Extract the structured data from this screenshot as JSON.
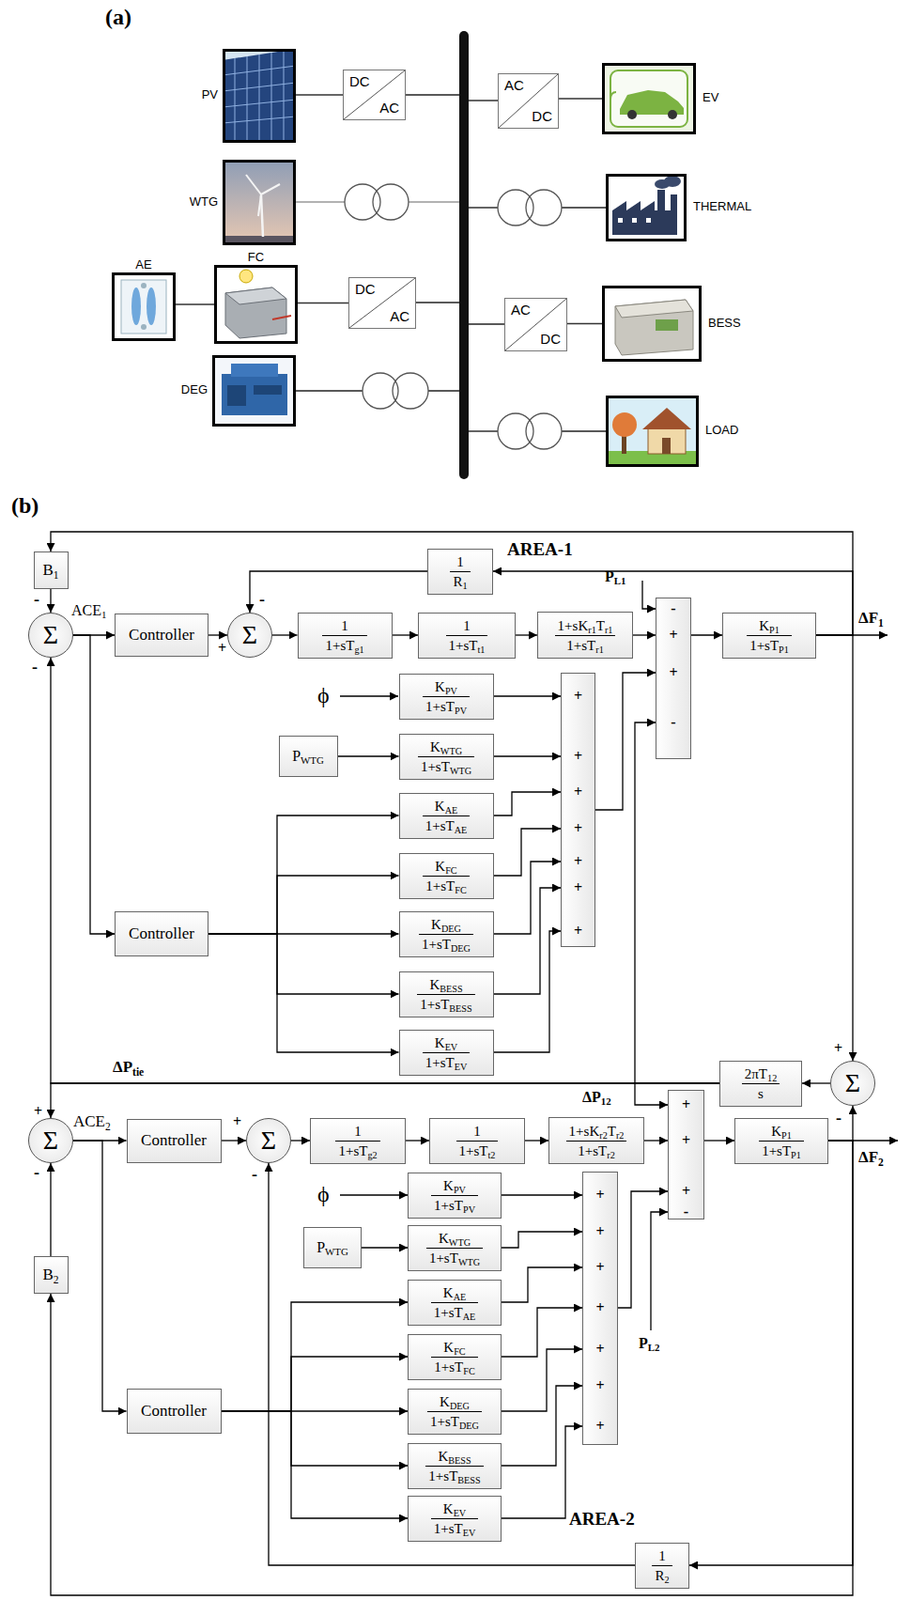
{
  "diagram": {
    "nodes": [
      {
        "text": [
          "PV"
        ]
      },
      {
        "text": [
          "DC",
          "AC"
        ]
      },
      {
        "text": [
          "WTG"
        ]
      },
      {
        "text": [
          "AE"
        ]
      },
      {
        "text": [
          "FC"
        ]
      },
      {
        "text": [
          "DC",
          "AC"
        ]
      },
      {
        "text": [
          "DEG"
        ]
      },
      {
        "text": [
          "AC",
          "DC"
        ]
      },
      {
        "text": [
          "EV"
        ]
      },
      {
        "text": [
          "THERMAL"
        ]
      },
      {
        "text": [
          "AC",
          "DC"
        ]
      },
      {
        "text": [
          "BESS"
        ]
      },
      {
        "text": [
          "LOAD"
        ]
      },
      {
        "text": [
          "B1"
        ]
      },
      {
        "text": [
          "Σ"
        ]
      },
      {
        "text": [
          "Controller"
        ]
      },
      {
        "text": [
          "Σ"
        ]
      },
      {
        "text": [
          "1",
          "1+sTg1"
        ]
      },
      {
        "text": [
          "1",
          "1+sTt1"
        ]
      },
      {
        "text": [
          "1+sKr1Tr1",
          "1+sTr1"
        ]
      },
      {
        "text": [
          "-",
          "+",
          "+",
          "-"
        ]
      },
      {
        "text": [
          "KP1",
          "1+sTP1"
        ]
      },
      {
        "text": [
          "1",
          "R1"
        ]
      },
      {
        "text": [
          "KPV",
          "1+sTPV"
        ]
      },
      {
        "text": [
          "PWTG"
        ]
      },
      {
        "text": [
          "KWTG",
          "1+sTWTG"
        ]
      },
      {
        "text": [
          "KAE",
          "1+sTAE"
        ]
      },
      {
        "text": [
          "KFC",
          "1+sTFC"
        ]
      },
      {
        "text": [
          "KDEG",
          "1+sTDEG"
        ]
      },
      {
        "text": [
          "KBESS",
          "1+sTBESS"
        ]
      },
      {
        "text": [
          "KEV",
          "1+sTEV"
        ]
      },
      {
        "text": [
          "+",
          "+",
          "+",
          "+",
          "+",
          "+",
          "+"
        ]
      },
      {
        "text": [
          "Controller"
        ]
      },
      {
        "text": [
          "2πT12",
          "s"
        ]
      },
      {
        "text": [
          "Σ"
        ]
      },
      {
        "text": [
          "Σ"
        ]
      },
      {
        "text": [
          "Controller"
        ]
      },
      {
        "text": [
          "Σ"
        ]
      },
      {
        "text": [
          "1",
          "1+sTg2"
        ]
      },
      {
        "text": [
          "1",
          "1+sTt2"
        ]
      },
      {
        "text": [
          "1+sKr2Tr2",
          "1+sTr2"
        ]
      },
      {
        "text": [
          "+",
          "+",
          "+",
          "-"
        ]
      },
      {
        "text": [
          "KP1",
          "1+sTP1"
        ]
      },
      {
        "text": [
          "KPV",
          "1+sTPV"
        ]
      },
      {
        "text": [
          "PWTG"
        ]
      },
      {
        "text": [
          "KWTG",
          "1+sTWTG"
        ]
      },
      {
        "text": [
          "KAE",
          "1+sTAE"
        ]
      },
      {
        "text": [
          "KFC",
          "1+sTFC"
        ]
      },
      {
        "text": [
          "KDEG",
          "1+sTDEG"
        ]
      },
      {
        "text": [
          "KBESS",
          "1+sTBESS"
        ]
      },
      {
        "text": [
          "KEV",
          "1+sTEV"
        ]
      },
      {
        "text": [
          "+",
          "+",
          "+",
          "+",
          "+",
          "+",
          "+"
        ]
      },
      {
        "text": [
          "Controller"
        ]
      },
      {
        "text": [
          "1",
          "R2"
        ]
      },
      {
        "text": [
          "B2"
        ]
      }
    ],
    "edges": [
      {
        "from": 0,
        "to": 1,
        "arrow": "none"
      },
      {
        "from": 3,
        "to": 4,
        "arrow": "none"
      },
      {
        "from": 4,
        "to": 5,
        "arrow": "none"
      },
      {
        "from": 7,
        "to": 8,
        "arrow": "none"
      },
      {
        "from": 10,
        "to": 11,
        "arrow": "none"
      },
      {
        "from": 21,
        "to": 13,
        "arrow": "to"
      },
      {
        "from": 13,
        "to": 14,
        "arrow": "to"
      },
      {
        "from": 14,
        "to": 15,
        "arrow": "to"
      },
      {
        "from": 15,
        "to": 16,
        "arrow": "to"
      },
      {
        "from": 16,
        "to": 17,
        "arrow": "to"
      },
      {
        "from": 17,
        "to": 18,
        "arrow": "to"
      },
      {
        "from": 18,
        "to": 19,
        "arrow": "to"
      },
      {
        "from": 19,
        "to": 20,
        "arrow": "to"
      },
      {
        "from": 20,
        "to": 21,
        "arrow": "to"
      },
      {
        "from": 21,
        "to": 22,
        "arrow": "to"
      },
      {
        "from": 22,
        "to": 16,
        "arrow": "to"
      },
      {
        "from": 24,
        "to": 25,
        "arrow": "to"
      },
      {
        "from": 23,
        "to": 31,
        "arrow": "to"
      },
      {
        "from": 25,
        "to": 31,
        "arrow": "to"
      },
      {
        "from": 26,
        "to": 31,
        "arrow": "to"
      },
      {
        "from": 27,
        "to": 31,
        "arrow": "to"
      },
      {
        "from": 28,
        "to": 31,
        "arrow": "to"
      },
      {
        "from": 29,
        "to": 31,
        "arrow": "to"
      },
      {
        "from": 30,
        "to": 31,
        "arrow": "to"
      },
      {
        "from": 31,
        "to": 20,
        "arrow": "to"
      },
      {
        "from": 14,
        "to": 32,
        "arrow": "to"
      },
      {
        "from": 32,
        "to": 26,
        "arrow": "to"
      },
      {
        "from": 32,
        "to": 27,
        "arrow": "to"
      },
      {
        "from": 32,
        "to": 28,
        "arrow": "to"
      },
      {
        "from": 32,
        "to": 29,
        "arrow": "to"
      },
      {
        "from": 32,
        "to": 30,
        "arrow": "to"
      },
      {
        "from": 21,
        "to": 34,
        "arrow": "to"
      },
      {
        "from": 34,
        "to": 33,
        "arrow": "to"
      },
      {
        "from": 33,
        "to": 14,
        "arrow": "to"
      },
      {
        "from": 33,
        "to": 35,
        "arrow": "to"
      },
      {
        "from": 33,
        "to": 20,
        "arrow": "to"
      },
      {
        "from": 33,
        "to": 41,
        "arrow": "to"
      },
      {
        "from": 42,
        "to": 34,
        "arrow": "to"
      },
      {
        "from": 35,
        "to": 36,
        "arrow": "to"
      },
      {
        "from": 36,
        "to": 37,
        "arrow": "to"
      },
      {
        "from": 37,
        "to": 38,
        "arrow": "to"
      },
      {
        "from": 38,
        "to": 39,
        "arrow": "to"
      },
      {
        "from": 39,
        "to": 40,
        "arrow": "to"
      },
      {
        "from": 40,
        "to": 41,
        "arrow": "to"
      },
      {
        "from": 41,
        "to": 42,
        "arrow": "to"
      },
      {
        "from": 42,
        "to": 53,
        "arrow": "to"
      },
      {
        "from": 53,
        "to": 37,
        "arrow": "to"
      },
      {
        "from": 42,
        "to": 54,
        "arrow": "to"
      },
      {
        "from": 54,
        "to": 35,
        "arrow": "to"
      },
      {
        "from": 44,
        "to": 45,
        "arrow": "to"
      },
      {
        "from": 43,
        "to": 51,
        "arrow": "to"
      },
      {
        "from": 45,
        "to": 51,
        "arrow": "to"
      },
      {
        "from": 46,
        "to": 51,
        "arrow": "to"
      },
      {
        "from": 47,
        "to": 51,
        "arrow": "to"
      },
      {
        "from": 48,
        "to": 51,
        "arrow": "to"
      },
      {
        "from": 49,
        "to": 51,
        "arrow": "to"
      },
      {
        "from": 50,
        "to": 51,
        "arrow": "to"
      },
      {
        "from": 51,
        "to": 41,
        "arrow": "to"
      },
      {
        "from": 35,
        "to": 52,
        "arrow": "to"
      },
      {
        "from": 52,
        "to": 46,
        "arrow": "to"
      },
      {
        "from": 52,
        "to": 47,
        "arrow": "to"
      },
      {
        "from": 52,
        "to": 48,
        "arrow": "to"
      },
      {
        "from": 52,
        "to": 49,
        "arrow": "to"
      },
      {
        "from": 52,
        "to": 50,
        "arrow": "to"
      }
    ],
    "labels": [
      "(a)",
      "(b)",
      "AREA-1",
      "-",
      "ACE1",
      "-",
      "+",
      "-",
      "PL1",
      "ΔF1",
      "ϕ",
      "ΔPtie",
      "+",
      "-",
      "ΔP12",
      "+",
      "ACE2",
      "-",
      "+",
      "-",
      "ΔF2",
      "ϕ",
      "PL2",
      "AREA-2"
    ]
  }
}
